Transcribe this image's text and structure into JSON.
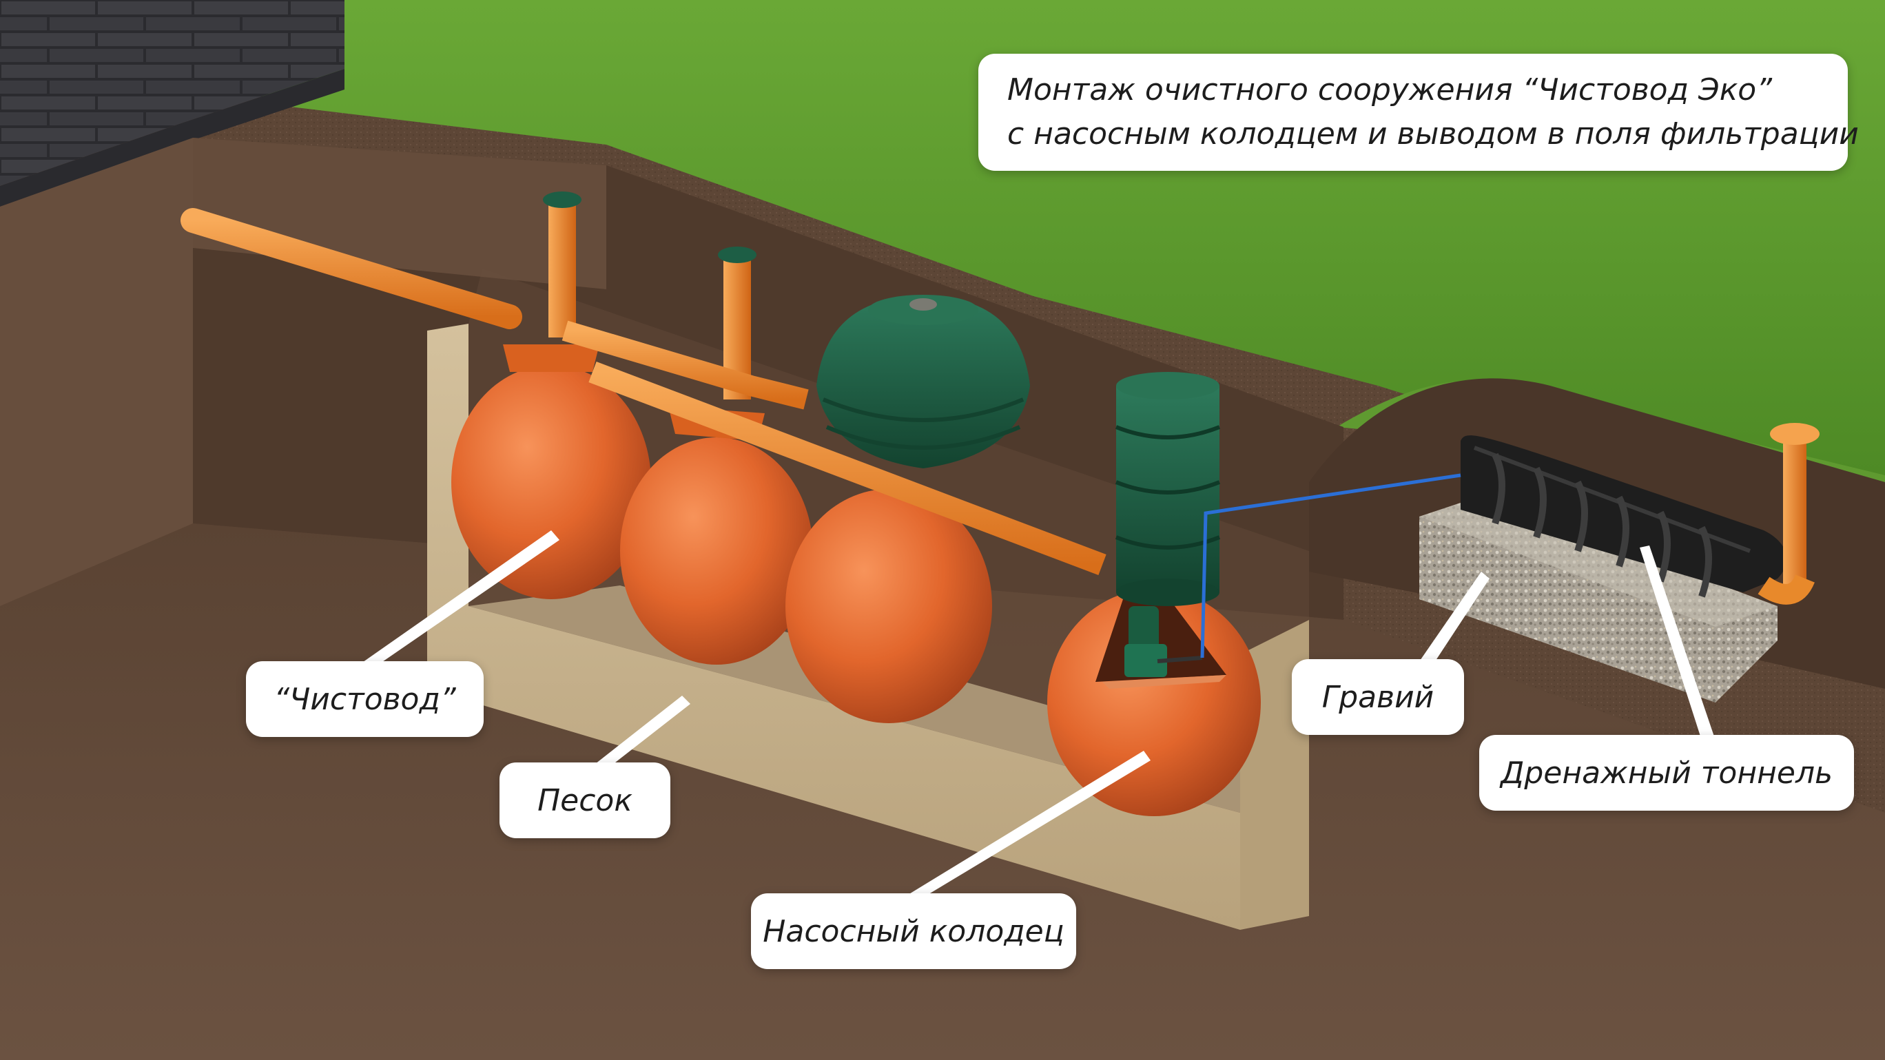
{
  "title": {
    "line1": "Монтаж очистного сооружения  “Чистовод  Эко”",
    "line2": "с насосным колодцем и выводом в поля  фильтрации"
  },
  "labels": {
    "chistovod": "“Чистовод”",
    "pesok": "Песок",
    "kolodets": "Насосный колодец",
    "graviy": "Гравий",
    "tunnel": "Дренажный тоннель"
  },
  "colors": {
    "grass": "#5e9a2e",
    "soil": "#5d4636",
    "sand": "#c9b592",
    "tank": "#e2662c",
    "pipe": "#ee8a2a",
    "lid": "#1d5e45",
    "tunnel": "#1e1e1e",
    "gravel": "#a9a296",
    "brick": "#3a3a3e"
  }
}
